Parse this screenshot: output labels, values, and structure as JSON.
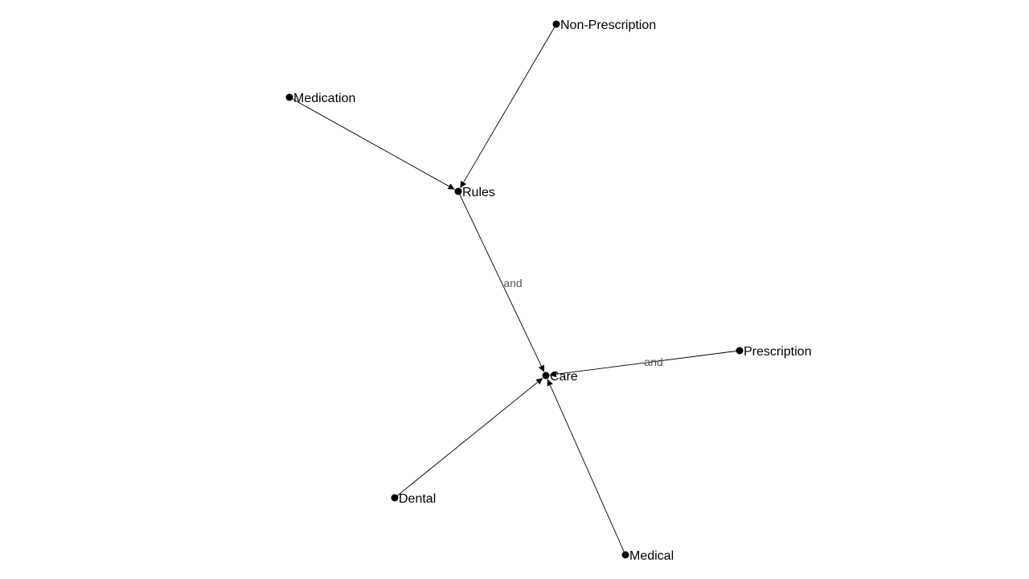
{
  "graph": {
    "nodes": [
      {
        "id": "non-prescription",
        "label": "Non-Prescription"
      },
      {
        "id": "medication",
        "label": "Medication"
      },
      {
        "id": "rules",
        "label": "Rules"
      },
      {
        "id": "care",
        "label": "Care"
      },
      {
        "id": "prescription",
        "label": "Prescription"
      },
      {
        "id": "dental",
        "label": "Dental"
      },
      {
        "id": "medical",
        "label": "Medical"
      }
    ],
    "edges": [
      {
        "from": "non-prescription",
        "to": "rules",
        "label": ""
      },
      {
        "from": "medication",
        "to": "rules",
        "label": ""
      },
      {
        "from": "rules",
        "to": "care",
        "label": "and"
      },
      {
        "from": "prescription",
        "to": "care",
        "label": "and"
      },
      {
        "from": "dental",
        "to": "care",
        "label": ""
      },
      {
        "from": "medical",
        "to": "care",
        "label": ""
      }
    ],
    "colors": {
      "node": "#000000",
      "edge": "#000000",
      "edge_label": "#555555"
    }
  }
}
